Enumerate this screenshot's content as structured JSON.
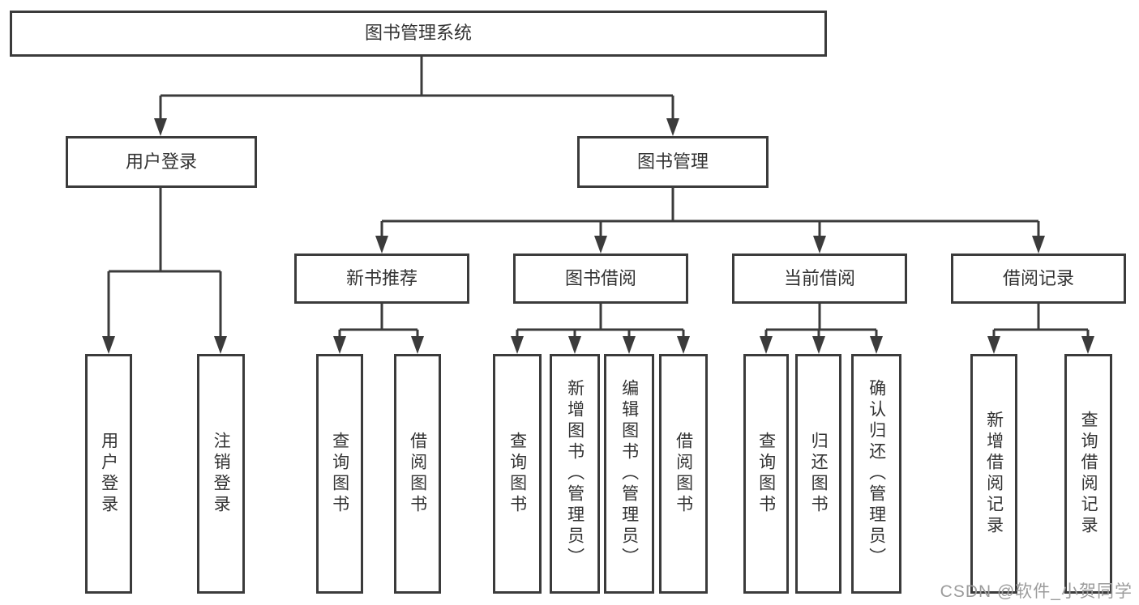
{
  "diagram_type": "hierarchy-tree",
  "tree": {
    "label": "图书管理系统",
    "children": [
      {
        "label": "用户登录",
        "children": [
          {
            "label": "用户登录"
          },
          {
            "label": "注销登录"
          }
        ]
      },
      {
        "label": "图书管理",
        "children": [
          {
            "label": "新书推荐",
            "children": [
              {
                "label": "查询图书"
              },
              {
                "label": "借阅图书"
              }
            ]
          },
          {
            "label": "图书借阅",
            "children": [
              {
                "label": "查询图书"
              },
              {
                "label": "新增图书（管理员）"
              },
              {
                "label": "编辑图书（管理员）"
              },
              {
                "label": "借阅图书"
              }
            ]
          },
          {
            "label": "当前借阅",
            "children": [
              {
                "label": "查询图书"
              },
              {
                "label": "归还图书"
              },
              {
                "label": "确认归还（管理员）"
              }
            ]
          },
          {
            "label": "借阅记录",
            "children": [
              {
                "label": "新增借阅记录"
              },
              {
                "label": "查询借阅记录"
              }
            ]
          }
        ]
      }
    ]
  },
  "watermark": {
    "text": "CSDN @软件_小贺同学"
  },
  "colors": {
    "line": "#3b3b3b",
    "box_border": "#3b3b3b",
    "text": "#333333",
    "background": "#ffffff",
    "watermark": "#9c9c9c"
  }
}
